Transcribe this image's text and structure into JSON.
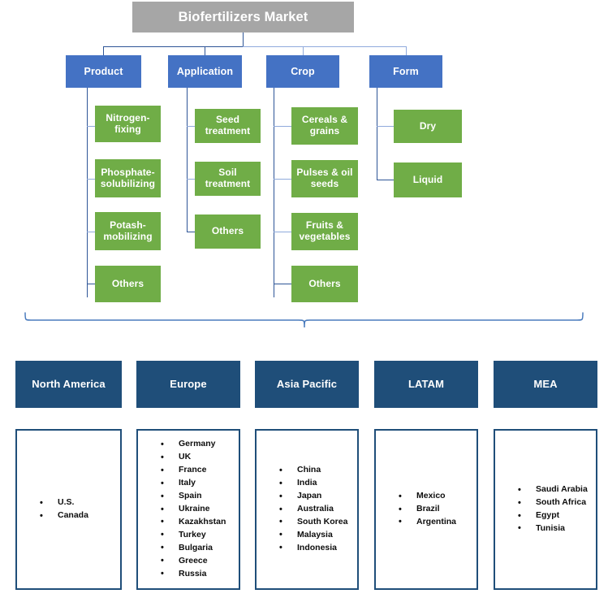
{
  "title": {
    "label": "Biofertilizers Market"
  },
  "colors": {
    "title_bg": "#a6a6a6",
    "category_bg": "#4472c4",
    "subcategory_bg": "#70ad47",
    "region_bg": "#1f4e79",
    "connector": "#2e5597",
    "connector_light": "#8faadc",
    "text_light": "#ffffff",
    "text_dark": "#0d0d0d"
  },
  "segments": [
    {
      "label": "Product",
      "items": [
        "Nitrogen-fixing",
        "Phosphate-solubilizing",
        "Potash-mobilizing",
        "Others"
      ]
    },
    {
      "label": "Application",
      "items": [
        "Seed treatment",
        "Soil treatment",
        "Others"
      ]
    },
    {
      "label": "Crop",
      "items": [
        "Cereals & grains",
        "Pulses & oil seeds",
        "Fruits & vegetables",
        "Others"
      ]
    },
    {
      "label": "Form",
      "items": [
        "Dry",
        "Liquid"
      ]
    }
  ],
  "regions": [
    {
      "label": "North America",
      "countries": [
        "U.S.",
        "Canada"
      ]
    },
    {
      "label": "Europe",
      "countries": [
        "Germany",
        "UK",
        "France",
        "Italy",
        "Spain",
        "Ukraine",
        "Kazakhstan",
        "Turkey",
        "Bulgaria",
        "Greece",
        "Russia"
      ]
    },
    {
      "label": "Asia Pacific",
      "countries": [
        "China",
        "India",
        "Japan",
        "Australia",
        "South Korea",
        "Malaysia",
        "Indonesia"
      ]
    },
    {
      "label": "LATAM",
      "countries": [
        "Mexico",
        "Brazil",
        "Argentina"
      ]
    },
    {
      "label": "MEA",
      "countries": [
        "Saudi Arabia",
        "South Africa",
        "Egypt",
        "Tunisia"
      ]
    }
  ]
}
